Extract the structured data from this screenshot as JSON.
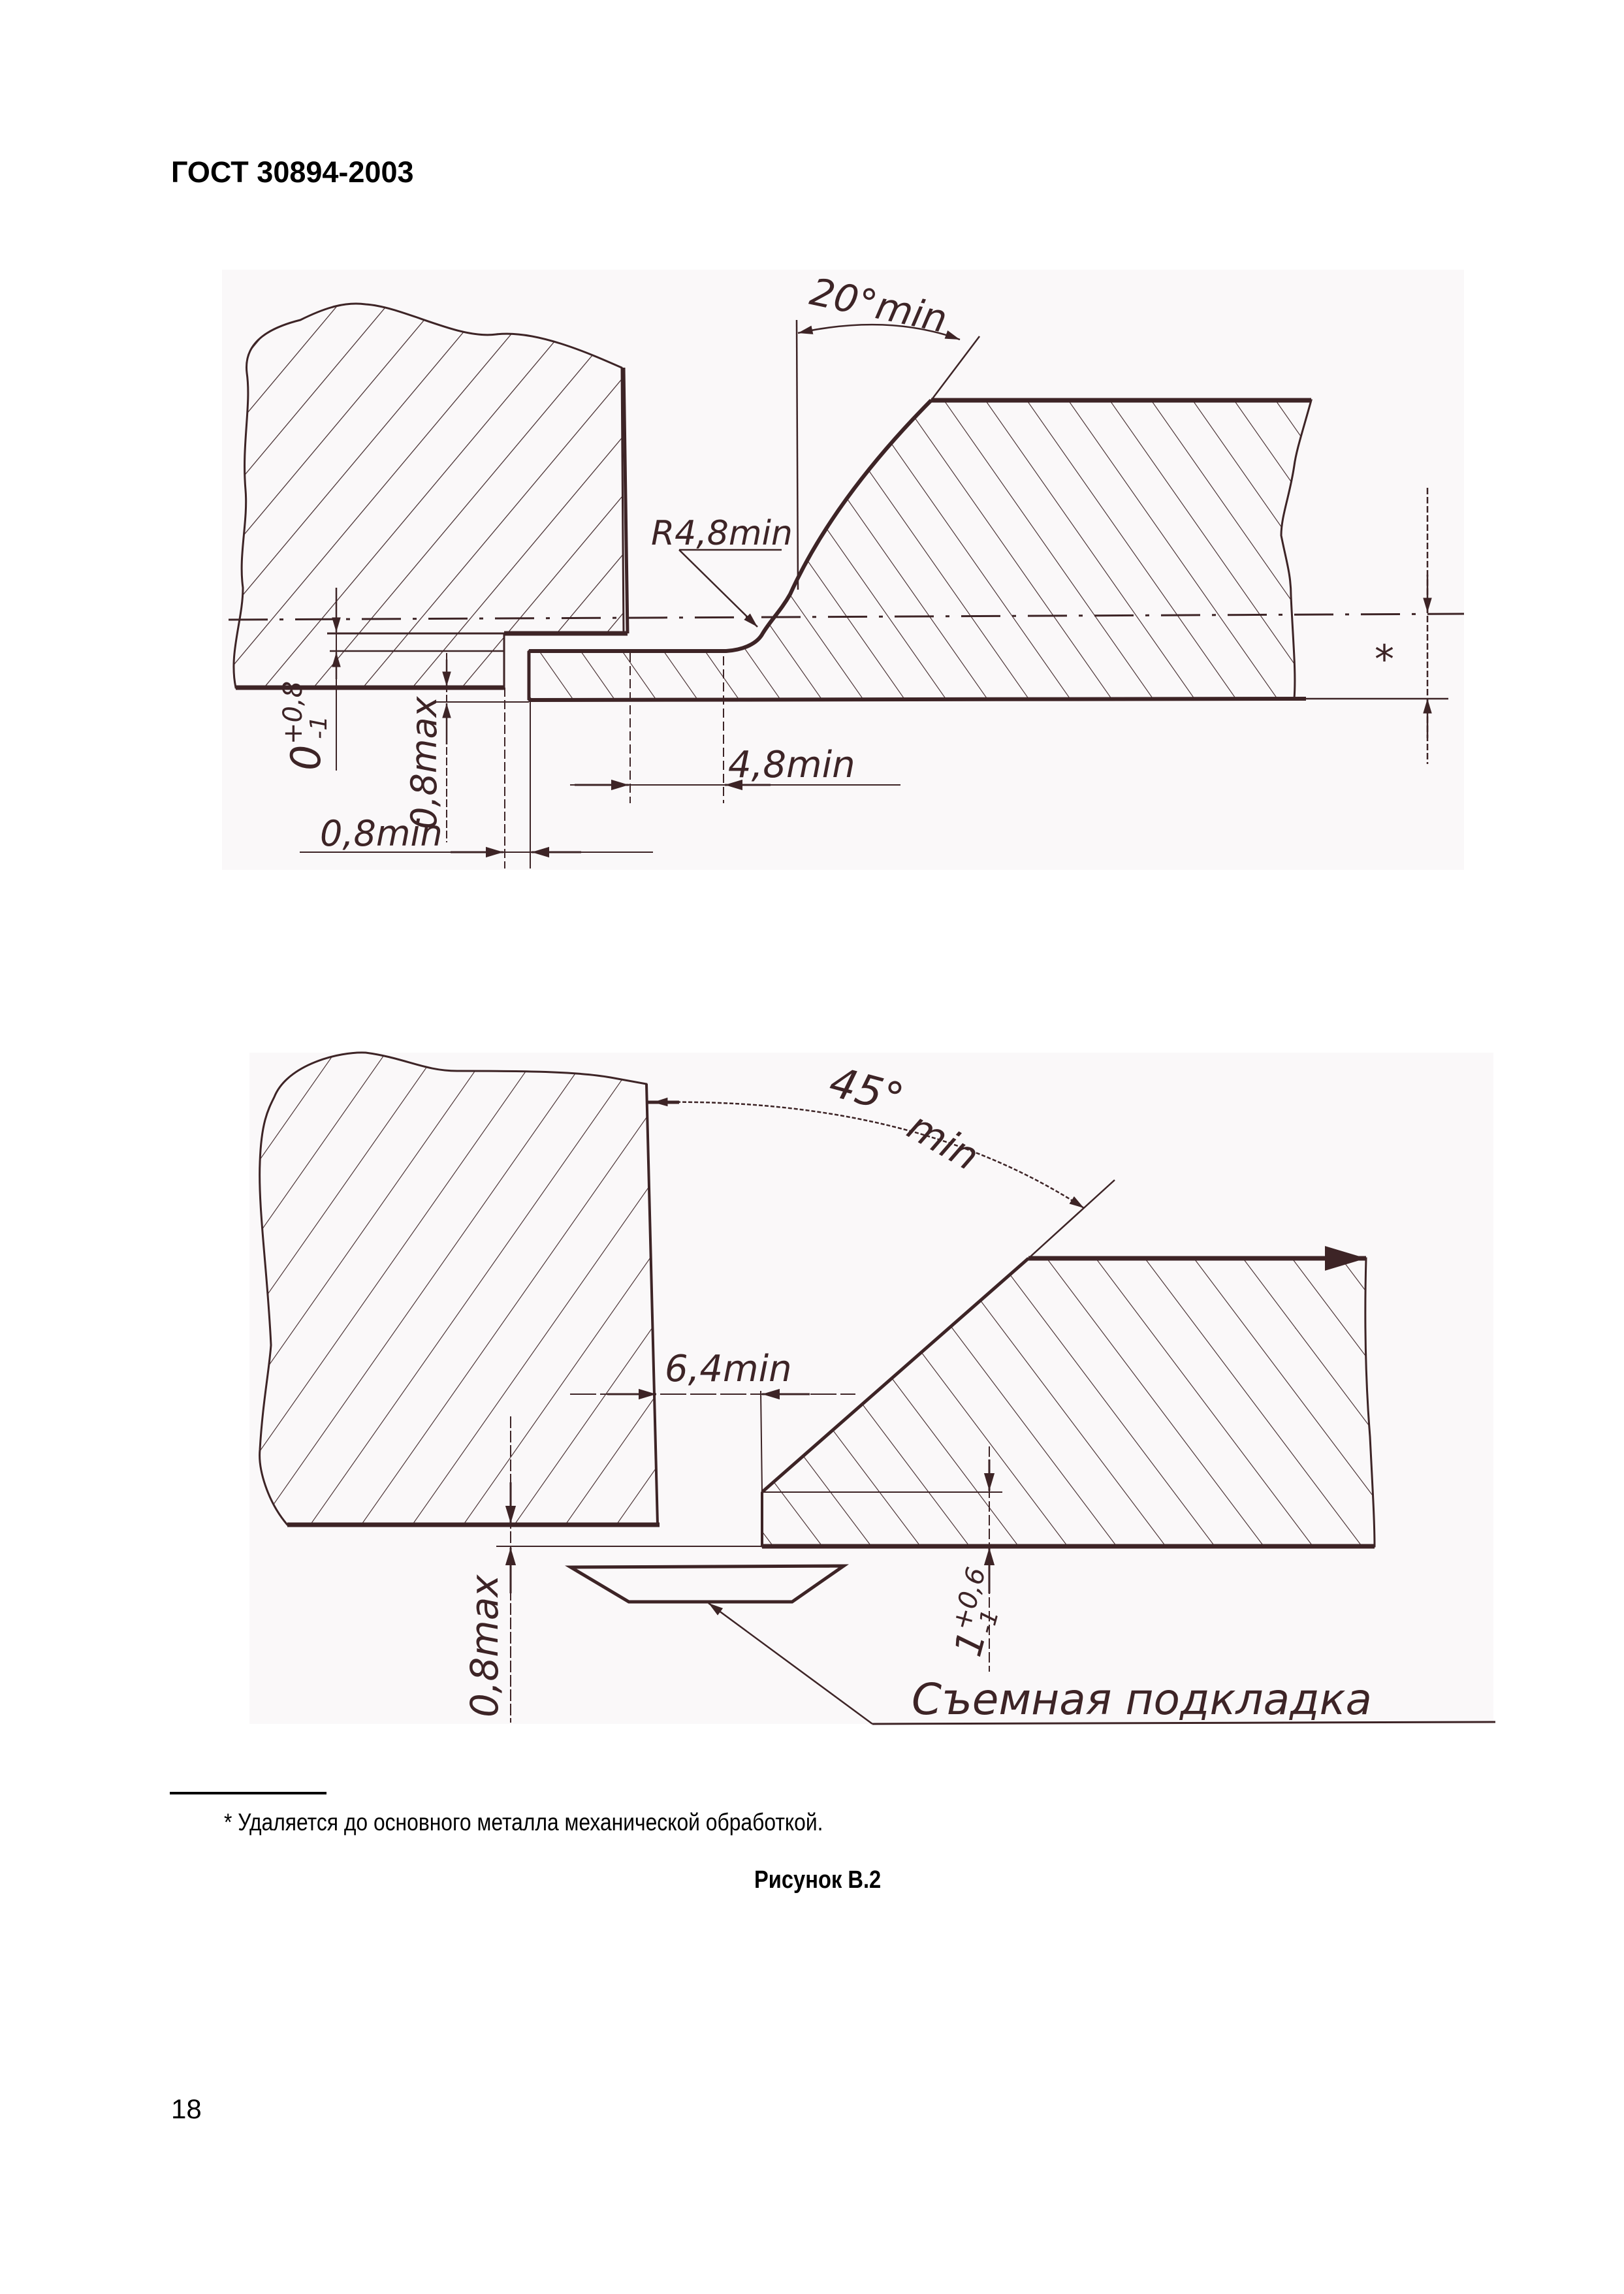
{
  "header": {
    "standard": "ГОСТ 30894-2003"
  },
  "figure": {
    "caption": "Рисунок В.2",
    "top_drawing": {
      "labels": {
        "angle": "20°min",
        "radius": "R4,8min",
        "land": "4,8min",
        "gap": "0,8min",
        "step_depth": "0,8max",
        "offset_value": "0",
        "offset_upper_tol": "+0,8",
        "offset_lower_tol": "-1",
        "removed_marker": "*"
      }
    },
    "bottom_drawing": {
      "labels": {
        "angle_value": "45°",
        "angle_suffix": "min",
        "root_gap": "6,4min",
        "mismatch": "0,8max",
        "root_face_value": "1",
        "root_face_upper_tol": "+0,6",
        "root_face_lower_tol": "-1",
        "backing_strip": "Съемная подкладка"
      }
    }
  },
  "footnote": {
    "text": "* Удаляется до основного металла механической обработкой."
  },
  "page": {
    "number": "18"
  },
  "colors": {
    "ink": "#3d2426",
    "scan_background": "#faf8f9",
    "text": "#000000"
  }
}
